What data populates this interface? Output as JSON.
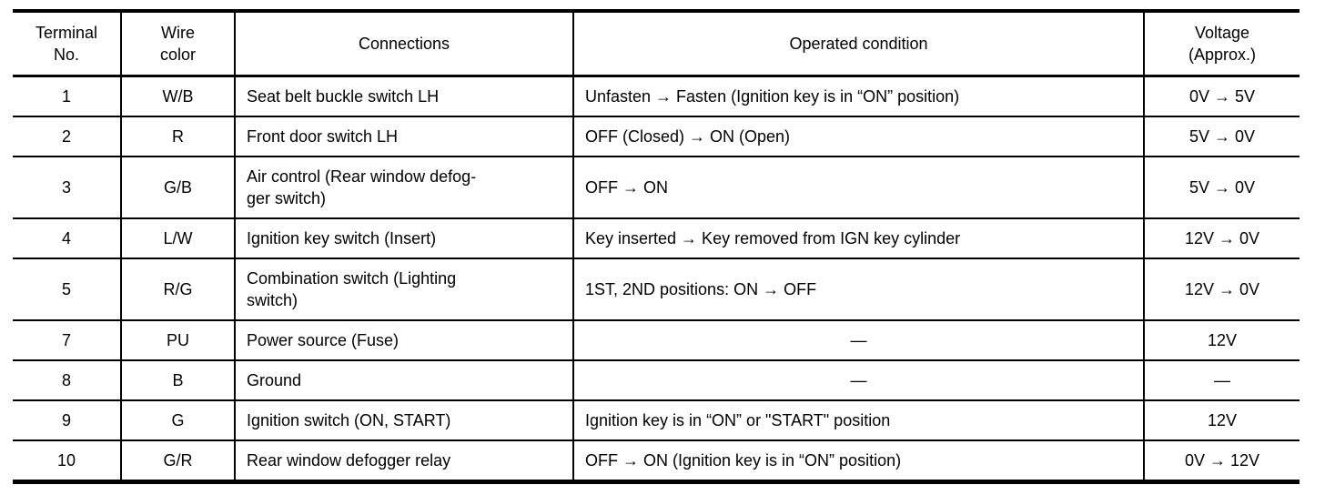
{
  "table": {
    "colors": {
      "text": "#000000",
      "border": "#000000",
      "background": "#ffffff"
    },
    "columns": [
      "Terminal\nNo.",
      "Wire\ncolor",
      "Connections",
      "Operated condition",
      "Voltage\n(Approx.)"
    ],
    "rows": [
      {
        "terminal": "1",
        "wire_color": "W/B",
        "connections": "Seat belt buckle switch LH",
        "operated_condition": "Unfasten → Fasten (Ignition key is in “ON” position)",
        "voltage": "0V → 5V"
      },
      {
        "terminal": "2",
        "wire_color": "R",
        "connections": "Front door switch LH",
        "operated_condition": "OFF (Closed) → ON (Open)",
        "voltage": "5V → 0V"
      },
      {
        "terminal": "3",
        "wire_color": "G/B",
        "connections": "Air control (Rear window defog-\nger switch)",
        "operated_condition": "OFF → ON",
        "voltage": "5V → 0V"
      },
      {
        "terminal": "4",
        "wire_color": "L/W",
        "connections": "Ignition key switch (Insert)",
        "operated_condition": "Key inserted → Key removed from IGN key cylinder",
        "voltage": "12V → 0V"
      },
      {
        "terminal": "5",
        "wire_color": "R/G",
        "connections": "Combination switch (Lighting\nswitch)",
        "operated_condition": "1ST, 2ND positions: ON → OFF",
        "voltage": "12V → 0V"
      },
      {
        "terminal": "7",
        "wire_color": "PU",
        "connections": "Power source (Fuse)",
        "operated_condition": "—",
        "voltage": "12V"
      },
      {
        "terminal": "8",
        "wire_color": "B",
        "connections": "Ground",
        "operated_condition": "—",
        "voltage": "—"
      },
      {
        "terminal": "9",
        "wire_color": "G",
        "connections": "Ignition switch (ON, START)",
        "operated_condition": "Ignition key is in “ON” or \"START\" position",
        "voltage": "12V"
      },
      {
        "terminal": "10",
        "wire_color": "G/R",
        "connections": "Rear window defogger relay",
        "operated_condition": "OFF → ON (Ignition key is in “ON” position)",
        "voltage": "0V → 12V"
      }
    ]
  }
}
